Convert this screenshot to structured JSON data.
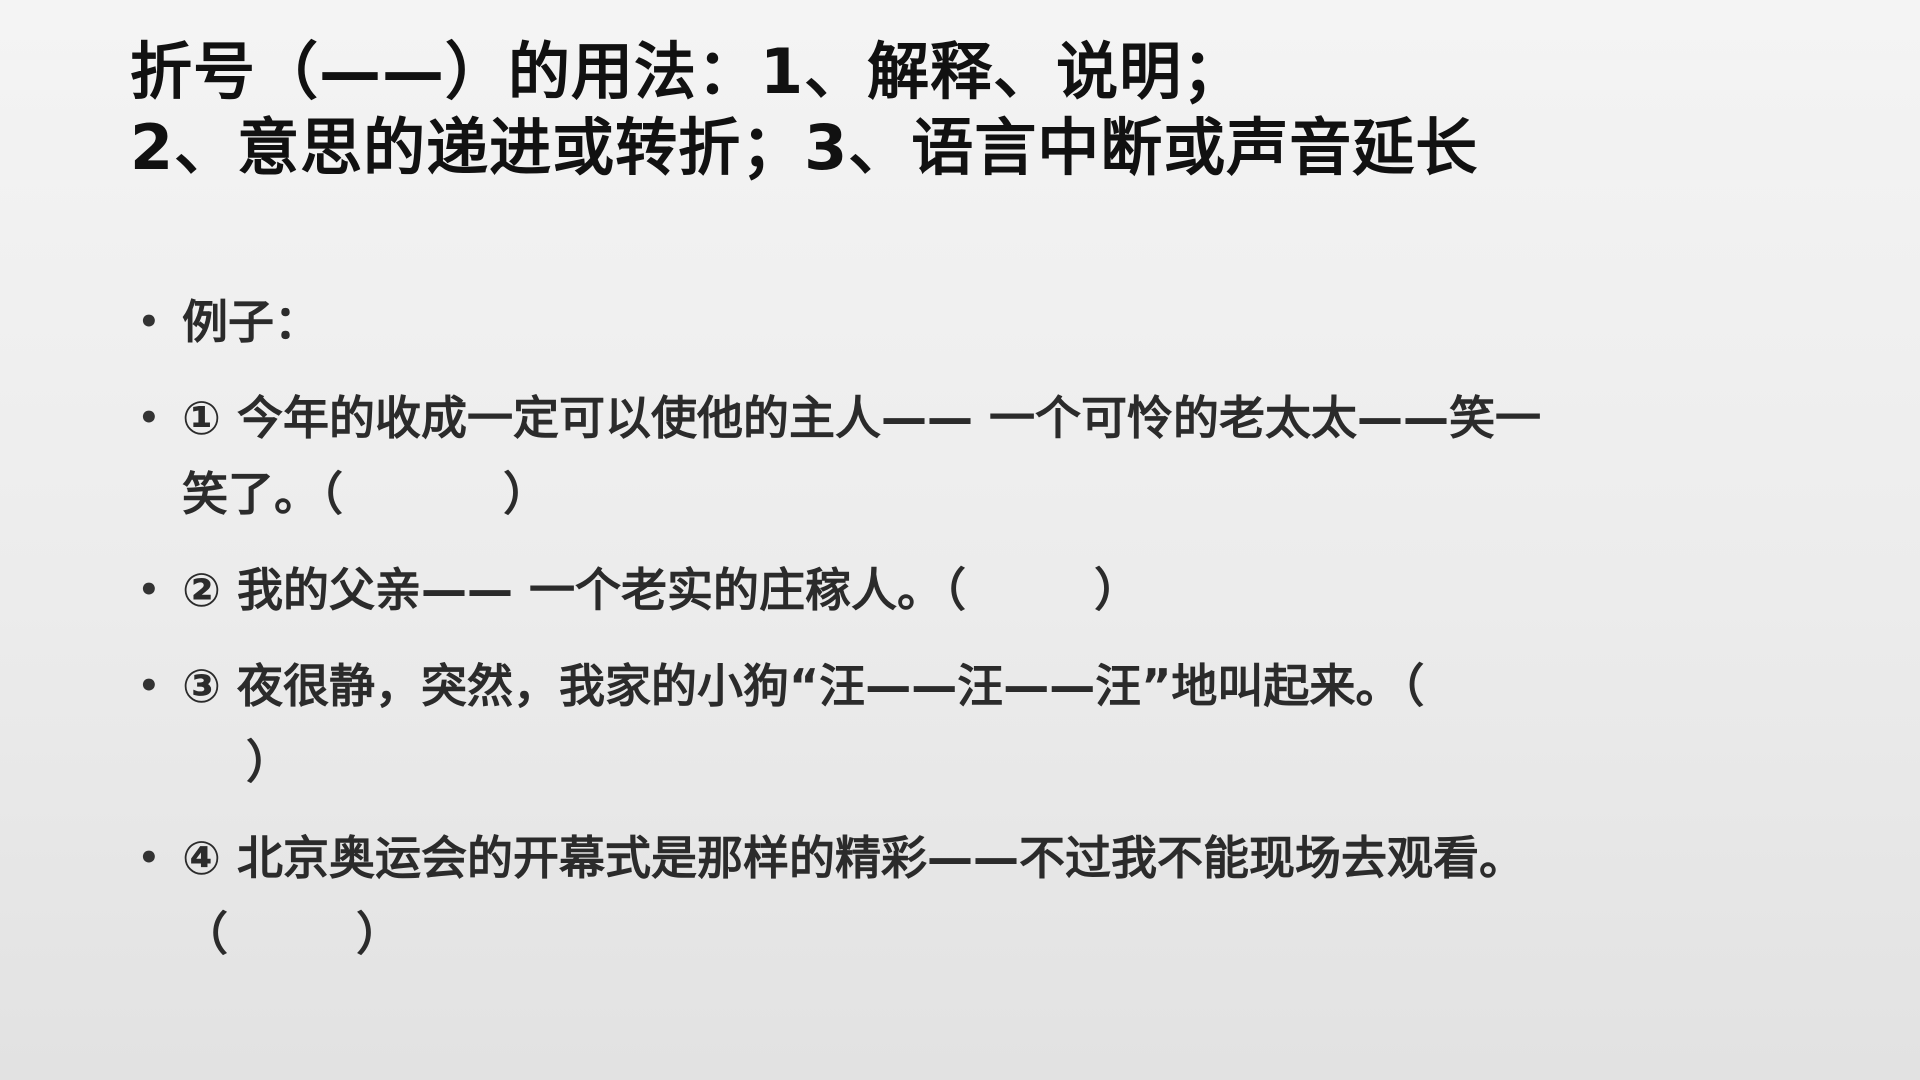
{
  "title": {
    "line1": "折号（——）的用法：1、解释、说明；",
    "line2": "2、意思的递进或转折；3、语言中断或声音延长"
  },
  "bullets": [
    {
      "text": "例子："
    },
    {
      "text": "① 今年的收成一定可以使他的主人—— 一个可怜的老太太——笑一",
      "text2": "笑了。（          ）"
    },
    {
      "text": "② 我的父亲—— 一个老实的庄稼人。（        ）"
    },
    {
      "text": "③ 夜很静，突然，我家的小狗“汪——汪——汪”地叫起来。（",
      "text2": "    ）"
    },
    {
      "text": "④ 北京奥运会的开幕式是那样的精彩——不过我不能现场去观看。",
      "text2": "（        ）"
    }
  ]
}
